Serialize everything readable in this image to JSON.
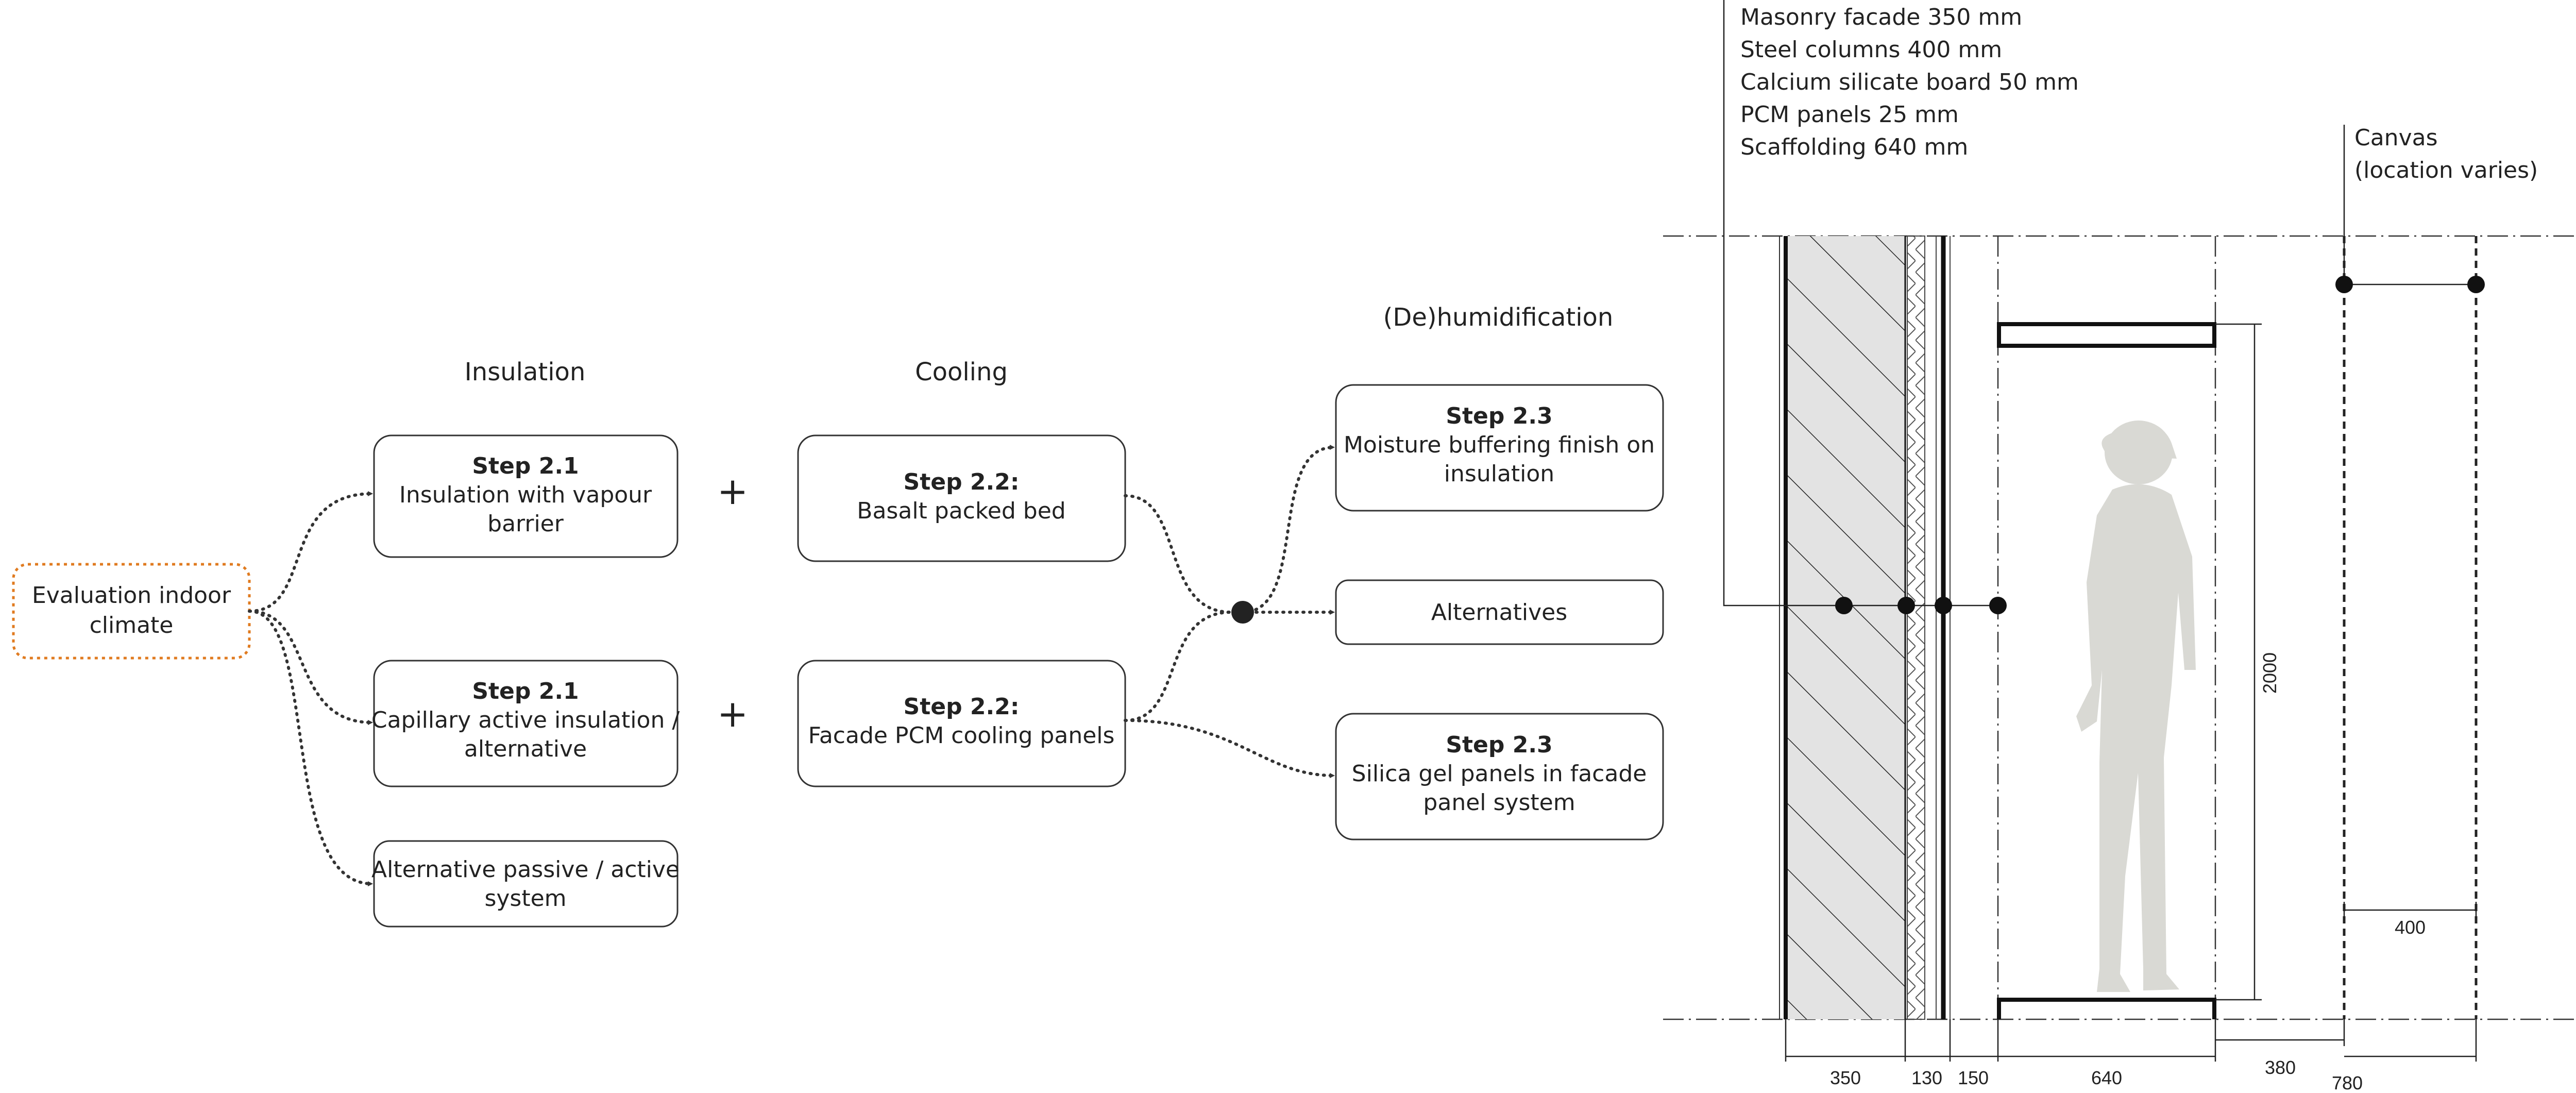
{
  "flow": {
    "start": {
      "line1": "Evaluation indoor",
      "line2": "climate"
    },
    "headings": {
      "insulation": "Insulation",
      "cooling": "Cooling",
      "dehumidification": "(De)humidification"
    },
    "plus": "+",
    "boxes": {
      "ins1": {
        "title": "Step 2.1",
        "line1": "Insulation with vapour",
        "line2": "barrier"
      },
      "ins2": {
        "title": "Step 2.1",
        "line1": "Capillary active insulation /",
        "line2": "alternative"
      },
      "ins3": {
        "line1": "Alternative passive / active",
        "line2": "system"
      },
      "cool1": {
        "title": "Step 2.2:",
        "line1": "Basalt packed bed"
      },
      "cool2": {
        "title": "Step 2.2:",
        "line1": "Facade PCM cooling panels"
      },
      "dh1": {
        "title": "Step 2.3",
        "line1": "Moisture buffering finish on",
        "line2": "insulation"
      },
      "dh2": {
        "line1": "Alternatives"
      },
      "dh3": {
        "title": "Step 2.3",
        "line1": "Silica gel panels in facade",
        "line2": "panel system"
      }
    },
    "colors": {
      "start_border": "#e07b20",
      "box_border": "#333333",
      "arrow": "#333333"
    }
  },
  "section": {
    "legend": [
      "Masonry facade 350 mm",
      "Steel columns 400 mm",
      "Calcium silicate board 50 mm",
      "PCM panels 25 mm",
      "Scaffolding 640 mm"
    ],
    "canvas_label": {
      "line1": "Canvas",
      "line2": "(location varies)"
    },
    "dimensions": {
      "d350": "350",
      "d130": "130",
      "d150": "150",
      "d640": "640",
      "d380": "380",
      "d780": "780",
      "d400": "400",
      "d2000": "2000"
    },
    "colors": {
      "wall_fill": "#e3e3e3",
      "person": "#d9d9d4"
    }
  }
}
